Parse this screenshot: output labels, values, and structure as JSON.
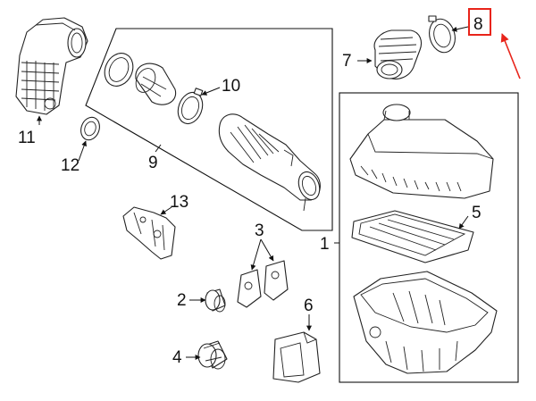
{
  "callouts": {
    "c1": "1",
    "c2": "2",
    "c3": "3",
    "c4": "4",
    "c5": "5",
    "c6": "6",
    "c7": "7",
    "c8": "8",
    "c9": "9",
    "c10": "10",
    "c11": "11",
    "c12": "12",
    "c13": "13"
  },
  "colors": {
    "highlight": "#e8241a",
    "line": "#222222"
  }
}
